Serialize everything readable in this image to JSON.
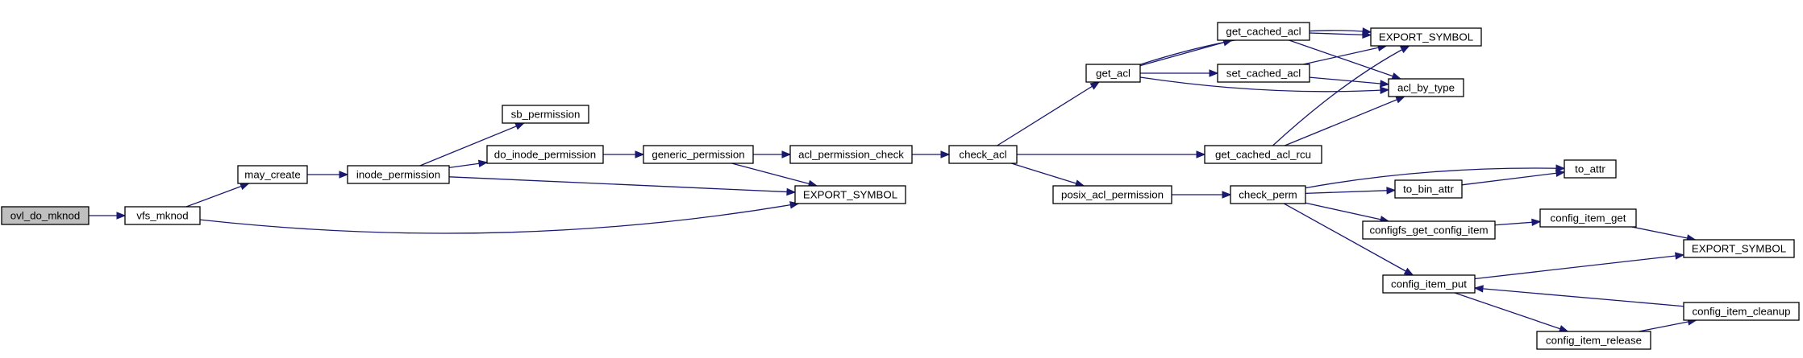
{
  "diagram": {
    "type": "call-graph",
    "nodes": [
      {
        "id": "ovl_do_mknod",
        "label": "ovl_do_mknod",
        "root": true
      },
      {
        "id": "vfs_mknod",
        "label": "vfs_mknod"
      },
      {
        "id": "may_create",
        "label": "may_create"
      },
      {
        "id": "inode_permission",
        "label": "inode_permission"
      },
      {
        "id": "sb_permission",
        "label": "sb_permission"
      },
      {
        "id": "do_inode_permission",
        "label": "do_inode_permission"
      },
      {
        "id": "generic_permission",
        "label": "generic_permission"
      },
      {
        "id": "acl_permission_check",
        "label": "acl_permission_check"
      },
      {
        "id": "export_symbol_1",
        "label": "EXPORT_SYMBOL"
      },
      {
        "id": "check_acl",
        "label": "check_acl"
      },
      {
        "id": "get_acl",
        "label": "get_acl"
      },
      {
        "id": "get_cached_acl",
        "label": "get_cached_acl"
      },
      {
        "id": "set_cached_acl",
        "label": "set_cached_acl"
      },
      {
        "id": "export_symbol_2",
        "label": "EXPORT_SYMBOL"
      },
      {
        "id": "acl_by_type",
        "label": "acl_by_type"
      },
      {
        "id": "get_cached_acl_rcu",
        "label": "get_cached_acl_rcu"
      },
      {
        "id": "posix_acl_permission",
        "label": "posix_acl_permission"
      },
      {
        "id": "check_perm",
        "label": "check_perm"
      },
      {
        "id": "to_attr",
        "label": "to_attr"
      },
      {
        "id": "to_bin_attr",
        "label": "to_bin_attr"
      },
      {
        "id": "configfs_get_config_item",
        "label": "configfs_get_config_item"
      },
      {
        "id": "config_item_get",
        "label": "config_item_get"
      },
      {
        "id": "export_symbol_3",
        "label": "EXPORT_SYMBOL"
      },
      {
        "id": "config_item_put",
        "label": "config_item_put"
      },
      {
        "id": "config_item_cleanup",
        "label": "config_item_cleanup"
      },
      {
        "id": "config_item_release",
        "label": "config_item_release"
      }
    ],
    "edges": [
      {
        "from": "ovl_do_mknod",
        "to": "vfs_mknod"
      },
      {
        "from": "vfs_mknod",
        "to": "may_create"
      },
      {
        "from": "vfs_mknod",
        "to": "export_symbol_1"
      },
      {
        "from": "may_create",
        "to": "inode_permission"
      },
      {
        "from": "inode_permission",
        "to": "sb_permission"
      },
      {
        "from": "inode_permission",
        "to": "do_inode_permission"
      },
      {
        "from": "inode_permission",
        "to": "export_symbol_1"
      },
      {
        "from": "do_inode_permission",
        "to": "generic_permission"
      },
      {
        "from": "generic_permission",
        "to": "acl_permission_check"
      },
      {
        "from": "generic_permission",
        "to": "export_symbol_1"
      },
      {
        "from": "acl_permission_check",
        "to": "check_acl"
      },
      {
        "from": "check_acl",
        "to": "get_acl"
      },
      {
        "from": "check_acl",
        "to": "get_cached_acl_rcu"
      },
      {
        "from": "check_acl",
        "to": "posix_acl_permission"
      },
      {
        "from": "get_acl",
        "to": "export_symbol_2"
      },
      {
        "from": "get_acl",
        "to": "get_cached_acl"
      },
      {
        "from": "get_acl",
        "to": "set_cached_acl"
      },
      {
        "from": "get_acl",
        "to": "acl_by_type"
      },
      {
        "from": "get_cached_acl",
        "to": "export_symbol_2"
      },
      {
        "from": "get_cached_acl",
        "to": "acl_by_type"
      },
      {
        "from": "set_cached_acl",
        "to": "export_symbol_2"
      },
      {
        "from": "set_cached_acl",
        "to": "acl_by_type"
      },
      {
        "from": "get_cached_acl_rcu",
        "to": "export_symbol_2"
      },
      {
        "from": "get_cached_acl_rcu",
        "to": "acl_by_type"
      },
      {
        "from": "posix_acl_permission",
        "to": "check_perm"
      },
      {
        "from": "check_perm",
        "to": "to_attr"
      },
      {
        "from": "check_perm",
        "to": "to_bin_attr"
      },
      {
        "from": "check_perm",
        "to": "configfs_get_config_item"
      },
      {
        "from": "check_perm",
        "to": "config_item_put"
      },
      {
        "from": "to_bin_attr",
        "to": "to_attr"
      },
      {
        "from": "configfs_get_config_item",
        "to": "config_item_get"
      },
      {
        "from": "config_item_get",
        "to": "export_symbol_3"
      },
      {
        "from": "config_item_put",
        "to": "export_symbol_3"
      },
      {
        "from": "config_item_put",
        "to": "config_item_release"
      },
      {
        "from": "config_item_release",
        "to": "config_item_cleanup"
      },
      {
        "from": "config_item_cleanup",
        "to": "config_item_put"
      }
    ]
  },
  "colors": {
    "edge": "#191970",
    "node_fill": "#ffffff",
    "root_fill": "#bfbfbf",
    "node_stroke": "#000000"
  }
}
